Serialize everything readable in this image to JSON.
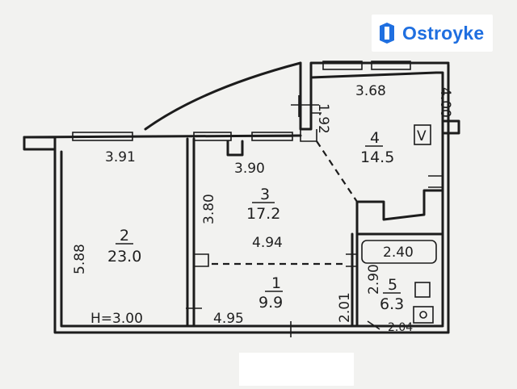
{
  "brand": {
    "name": "Ostroyke",
    "color": "#1f6fe0"
  },
  "rooms": [
    {
      "number": "2",
      "area": "23.0"
    },
    {
      "number": "3",
      "area": "17.2"
    },
    {
      "number": "4",
      "area": "14.5"
    },
    {
      "number": "1",
      "area": "9.9"
    },
    {
      "number": "5",
      "area": "6.3"
    }
  ],
  "dimensions": {
    "room2_top": "3.91",
    "room2_side": "5.88",
    "ceiling_height": "H=3.00",
    "room3_top": "3.90",
    "room3_side": "3.80",
    "room3_width": "4.94",
    "room1_bottom": "4.95",
    "room4_top": "3.68",
    "room4_side": "4.00",
    "balcony_wall": "1.92",
    "bath_width": "2.40",
    "bath_side": "2.90",
    "hall_side": "2.01",
    "bath_bottom": "2.04"
  },
  "marks": {
    "ventilation": "V"
  }
}
